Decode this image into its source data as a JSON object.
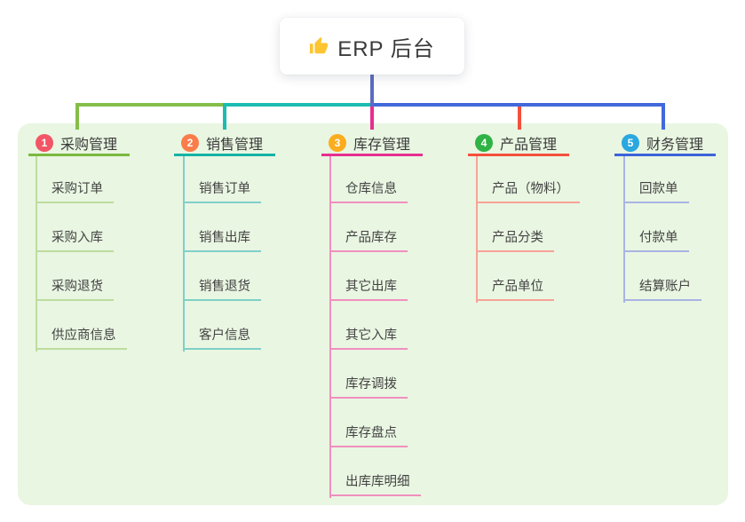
{
  "root": {
    "label": "ERP 后台",
    "icon": "thumbs-up-icon"
  },
  "branches": [
    {
      "badge": "1",
      "title": "采购管理",
      "badge_color": "#F25565",
      "color": "#7CB93F",
      "light_color": "#BEDC9E",
      "top_color": "#84BE48",
      "children": [
        "采购订单",
        "采购入库",
        "采购退货",
        "供应商信息"
      ]
    },
    {
      "badge": "2",
      "title": "销售管理",
      "badge_color": "#F97D4A",
      "color": "#14B3A5",
      "light_color": "#7FD0C8",
      "top_color": "#1CBCB0",
      "children": [
        "销售订单",
        "销售出库",
        "销售退货",
        "客户信息"
      ]
    },
    {
      "badge": "3",
      "title": "库存管理",
      "badge_color": "#FBAD1E",
      "color": "#E72F90",
      "light_color": "#F08FBF",
      "top_color": "#E72F90",
      "children": [
        "仓库信息",
        "产品库存",
        "其它出库",
        "其它入库",
        "库存调拨",
        "库存盘点",
        "出库库明细"
      ]
    },
    {
      "badge": "4",
      "title": "产品管理",
      "badge_color": "#2FB344",
      "color": "#F4503C",
      "light_color": "#F9A297",
      "top_color": "#F4503C",
      "children": [
        "产品（物料）",
        "产品分类",
        "产品单位"
      ]
    },
    {
      "badge": "5",
      "title": "财务管理",
      "badge_color": "#2AA7DF",
      "color": "#3C64D9",
      "light_color": "#A9B4E2",
      "top_color": "#4169DC",
      "children": [
        "回款单",
        "付款单",
        "结算账户"
      ]
    }
  ],
  "colors": {
    "canvas_bg": "#FFFFFF",
    "panel_bg": "#E9F6E2",
    "root_line": "#5C6BC0",
    "root_card_bg": "#FFFFFF",
    "title_text": "#3A3A3A",
    "child_text": "#434343",
    "thumb_yellow": "#FDC531"
  }
}
